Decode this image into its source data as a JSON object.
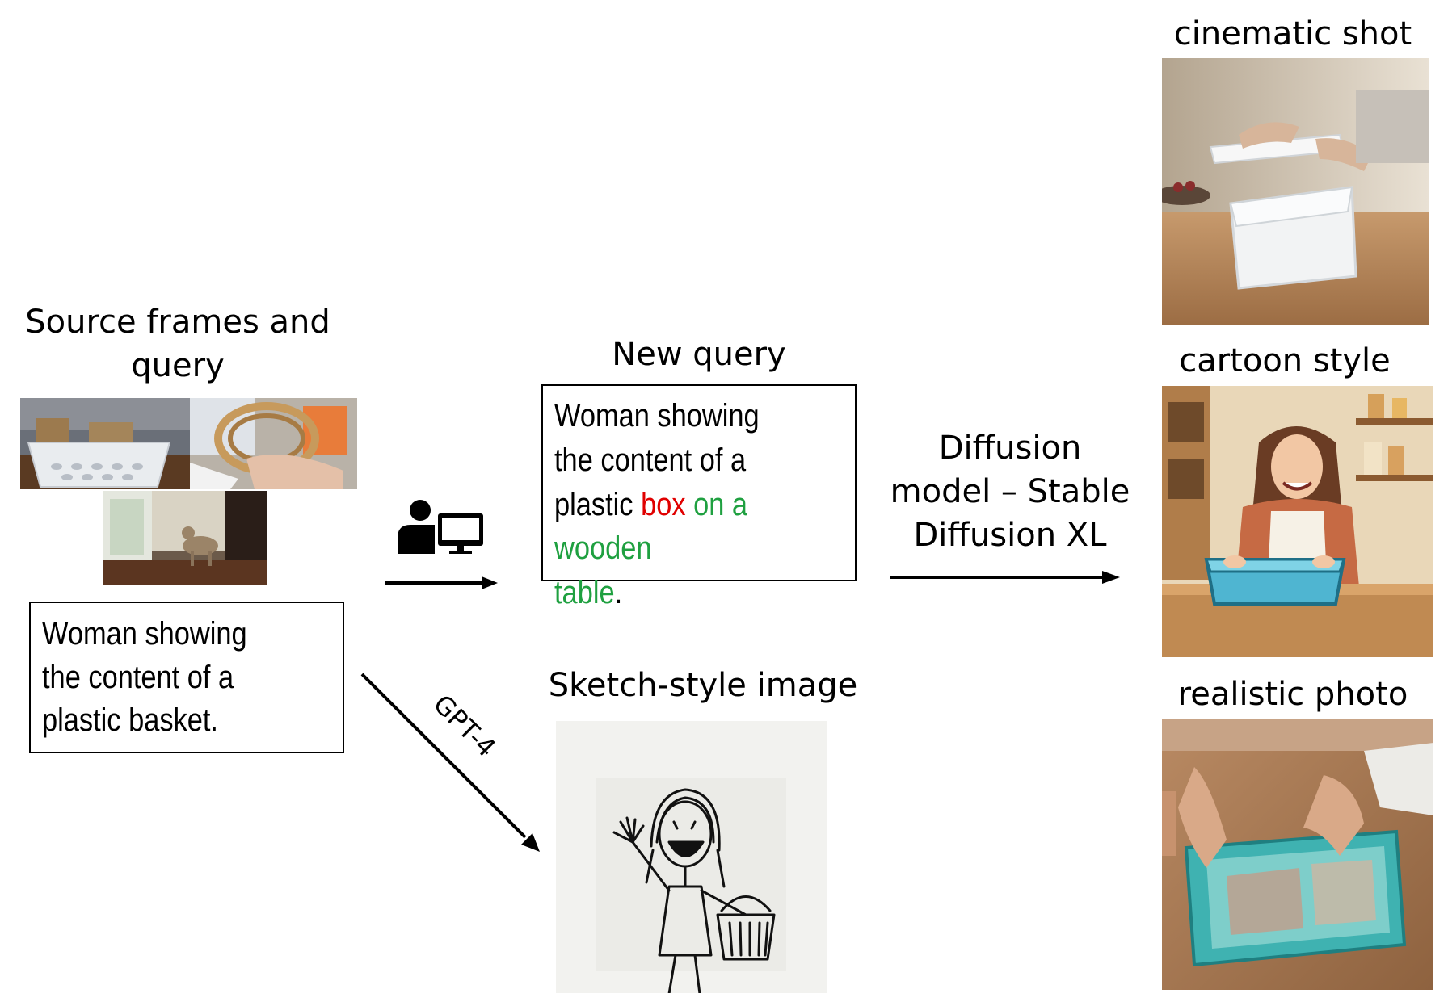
{
  "source": {
    "heading_line1": "Source frames and",
    "heading_line2": "query",
    "query_text": "Woman showing the content of a plastic basket."
  },
  "new_query": {
    "heading": "New query",
    "text_before": "Woman showing the content of a plastic ",
    "highlight_red": "box",
    "highlight_green_1": " on a wooden",
    "highlight_green_2": "table",
    "text_after": "."
  },
  "gpt_label": "GPT-4",
  "sketch": {
    "heading": "Sketch-style image"
  },
  "diffusion": {
    "line1": "Diffusion",
    "line2": "model – Stable",
    "line3": "Diffusion XL"
  },
  "outputs": [
    {
      "label": "cinematic shot"
    },
    {
      "label": "cartoon style"
    },
    {
      "label": "realistic photo"
    }
  ],
  "colors": {
    "red_highlight": "#e00000",
    "green_highlight": "#1fa040"
  },
  "icons": [
    "user-computer-icon"
  ]
}
